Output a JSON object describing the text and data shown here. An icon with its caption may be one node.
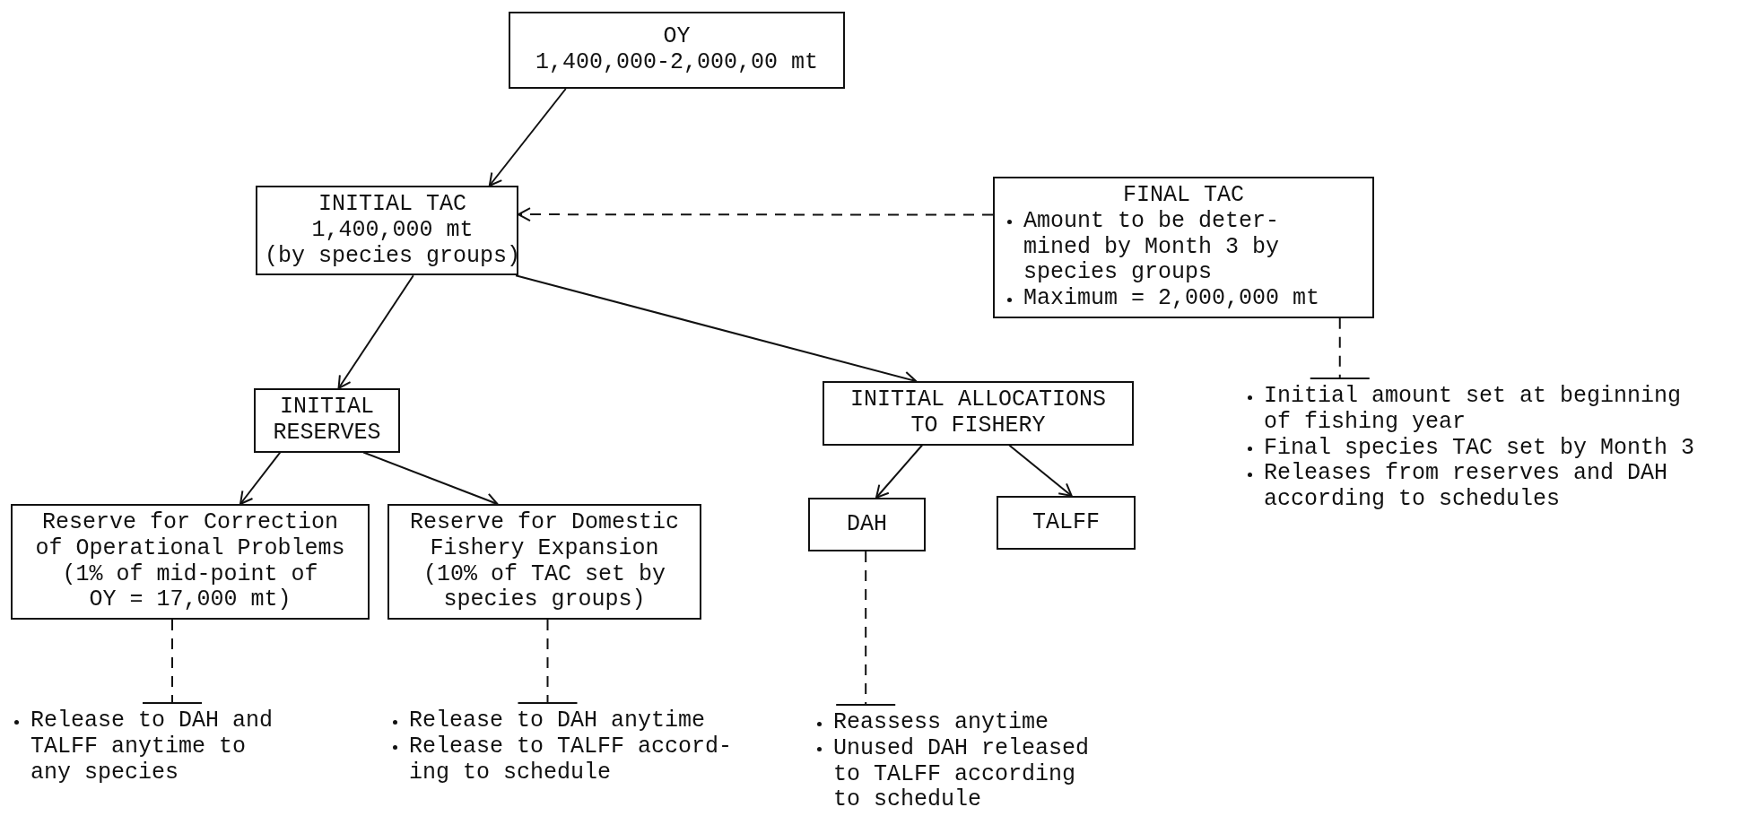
{
  "diagram": {
    "nodes": [
      {
        "text": [
          "OY",
          "1,400,000-2,000,00 mt"
        ]
      },
      {
        "text": [
          "INITIAL TAC",
          "1,400,000 mt",
          "(by species groups)"
        ]
      },
      {
        "text": [
          "FINAL TAC",
          "Amount to be deter- mined by Month 3 by species groups",
          "Maximum = 2,000,000 mt"
        ]
      },
      {
        "text": [
          "INITIAL RESERVES"
        ]
      },
      {
        "text": [
          "INITIAL ALLOCATIONS TO FISHERY"
        ]
      },
      {
        "text": [
          "Reserve for Correction of Operational Problems",
          "(1% of mid-point of OY = 17,000 mt)"
        ]
      },
      {
        "text": [
          "Reserve for Domestic Fishery Expansion",
          "(10% of TAC set by species groups)"
        ]
      },
      {
        "text": [
          "DAH"
        ]
      },
      {
        "text": [
          "TALFF"
        ]
      },
      {
        "text": [
          "Initial amount set at beginning of fishing year",
          "Final species TAC set by Month 3",
          "Releases from reserves and DAH according to schedules"
        ]
      },
      {
        "text": [
          "Release to DAH and TALFF anytime to any species"
        ]
      },
      {
        "text": [
          "Release to DAH anytime",
          "Release to TALFF accord- ing to schedule"
        ]
      },
      {
        "text": [
          "Reassess anytime",
          "Unused DAH released to TALFF according to schedule"
        ]
      }
    ],
    "edges": [
      {
        "from": 0,
        "to": 1,
        "arrow": "to"
      },
      {
        "from": 2,
        "to": 1,
        "arrow": "to",
        "style": "dashed"
      },
      {
        "from": 1,
        "to": 3,
        "arrow": "to"
      },
      {
        "from": 1,
        "to": 4,
        "arrow": "to"
      },
      {
        "from": 3,
        "to": 5,
        "arrow": "to"
      },
      {
        "from": 3,
        "to": 6,
        "arrow": "to"
      },
      {
        "from": 4,
        "to": 7,
        "arrow": "to"
      },
      {
        "from": 4,
        "to": 8,
        "arrow": "to"
      },
      {
        "from": 2,
        "to": 9,
        "arrow": "other",
        "style": "dashed"
      },
      {
        "from": 5,
        "to": 10,
        "arrow": "other",
        "style": "dashed"
      },
      {
        "from": 6,
        "to": 11,
        "arrow": "other",
        "style": "dashed"
      },
      {
        "from": 7,
        "to": 12,
        "arrow": "other",
        "style": "dashed"
      }
    ]
  }
}
